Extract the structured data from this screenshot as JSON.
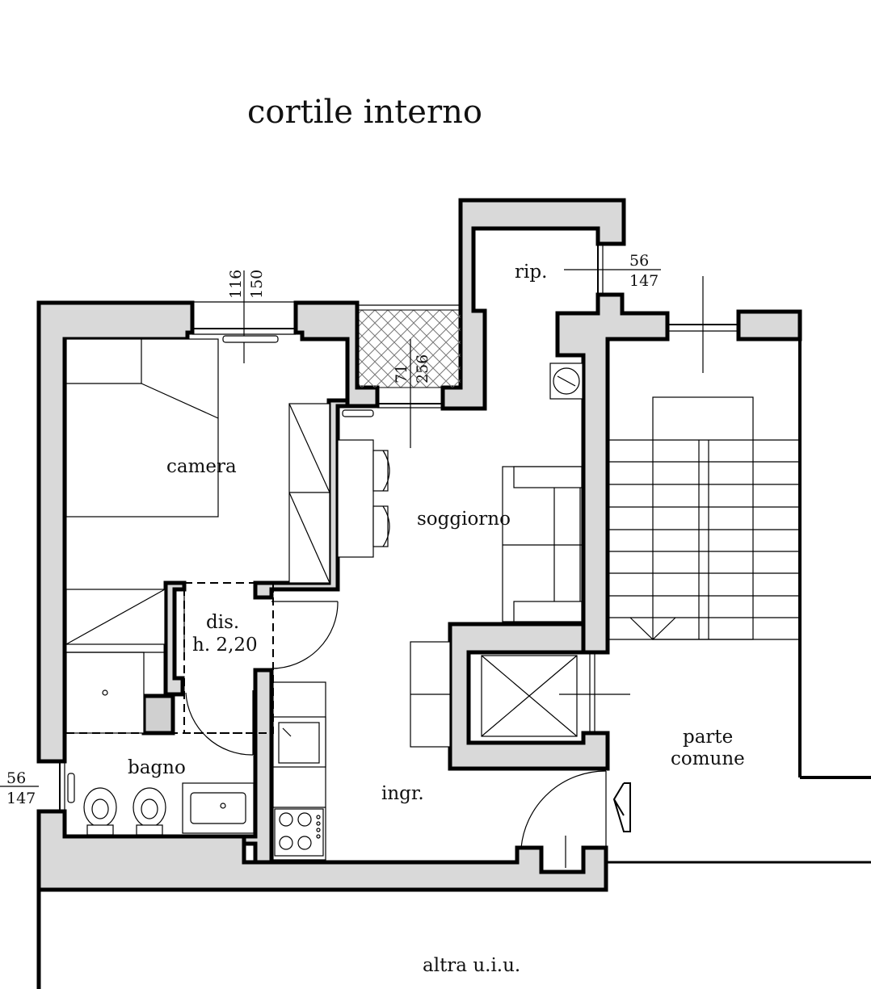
{
  "header": {
    "title": "cortile interno"
  },
  "rooms": {
    "camera": "camera",
    "soggiorno": "soggiorno",
    "ripostiglio": "rip.",
    "disimpegno": "dis.",
    "disimpegno_height": "h. 2,20",
    "bagno": "bagno",
    "ingresso": "ingr.",
    "parte_comune_1": "parte",
    "parte_comune_2": "comune",
    "altra_uiu": "altra u.i.u."
  },
  "openings": {
    "camera_window": {
      "top": "116",
      "bottom": "150"
    },
    "loggia_window": {
      "top": "71",
      "bottom": "256"
    },
    "rip_window": {
      "top": "56",
      "bottom": "147"
    },
    "bagno_window": {
      "top": "56",
      "bottom": "147"
    }
  }
}
